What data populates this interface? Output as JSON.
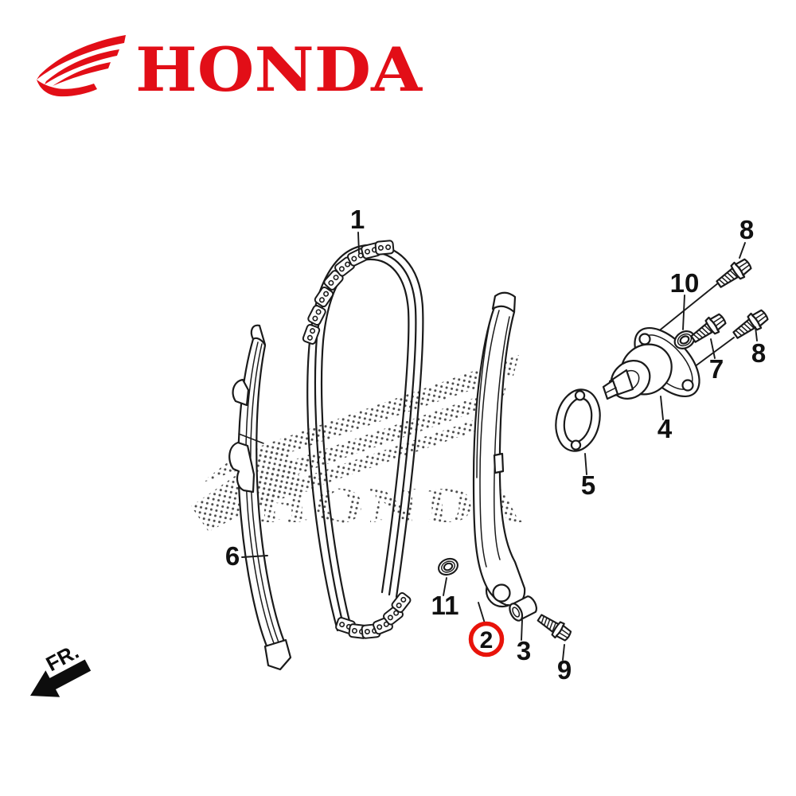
{
  "header": {
    "brand_logo_text": "HONDA",
    "brand_color": "#e20e17"
  },
  "diagram": {
    "watermark_text": "HONDA",
    "orientation_label": "FR.",
    "highlight_color": "#e8130a",
    "line_color": "#1a1a1a",
    "callouts": [
      {
        "number": "1",
        "highlighted": false
      },
      {
        "number": "2",
        "highlighted": true
      },
      {
        "number": "3",
        "highlighted": false
      },
      {
        "number": "4",
        "highlighted": false
      },
      {
        "number": "5",
        "highlighted": false
      },
      {
        "number": "6",
        "highlighted": false
      },
      {
        "number": "7",
        "highlighted": false
      },
      {
        "number": "8",
        "highlighted": false
      },
      {
        "number": "8",
        "highlighted": false
      },
      {
        "number": "9",
        "highlighted": false
      },
      {
        "number": "10",
        "highlighted": false
      },
      {
        "number": "11",
        "highlighted": false
      }
    ]
  }
}
